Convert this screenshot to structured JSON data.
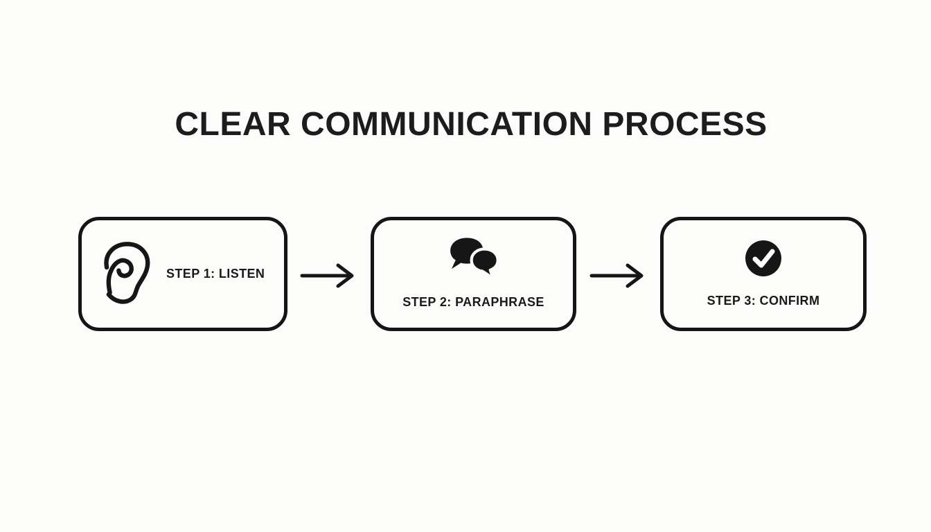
{
  "title": "CLEAR COMMUNICATION PROCESS",
  "colors": {
    "background": "#fcfcfb",
    "ink": "#151515",
    "icon_fill": "#161616",
    "check_stroke": "#ffffff"
  },
  "steps": [
    {
      "id": 1,
      "icon": "ear-icon",
      "label": "STEP 1: LISTEN",
      "layout": "icon-left"
    },
    {
      "id": 2,
      "icon": "speech-bubbles-icon",
      "label": "STEP 2: PARAPHRASE",
      "layout": "icon-top"
    },
    {
      "id": 3,
      "icon": "checkmark-circle-icon",
      "label": "STEP 3: CONFIRM",
      "layout": "icon-top"
    }
  ],
  "connectors": [
    {
      "type": "arrow-right",
      "from": "step-1",
      "to": "step-2"
    },
    {
      "type": "arrow-right",
      "from": "step-2",
      "to": "step-3"
    }
  ]
}
